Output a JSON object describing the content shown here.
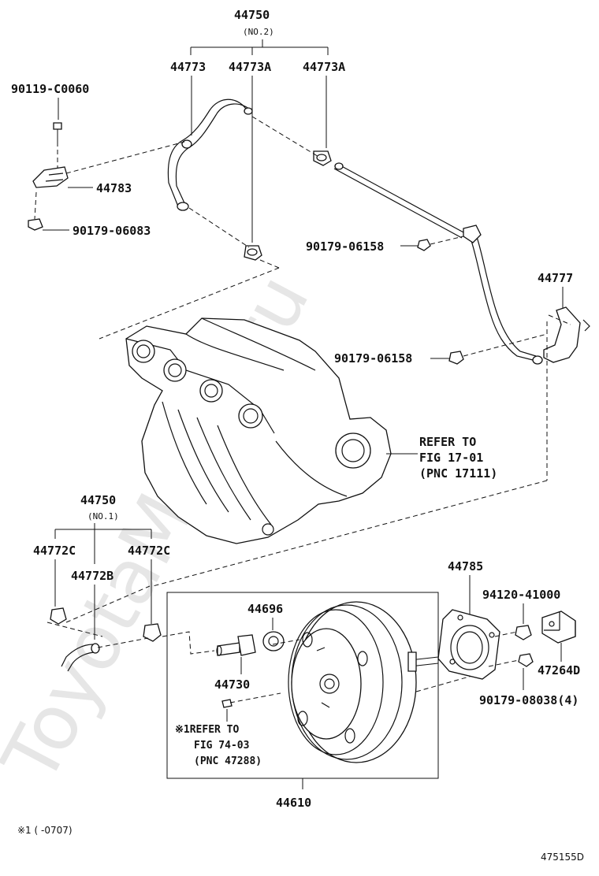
{
  "watermark": "ToyotaMinre.ru",
  "labels": {
    "p44750_top": "44750",
    "no2": "(NO.2)",
    "p44773": "44773",
    "p44773a_1": "44773A",
    "p44773a_2": "44773A",
    "p90119": "90119-C0060",
    "p44783": "44783",
    "p90179_06083": "90179-06083",
    "p90179_06158_a": "90179-06158",
    "p44777": "44777",
    "p90179_06158_b": "90179-06158",
    "refer1_a": "REFER TO",
    "refer1_b": "FIG 17-01",
    "refer1_c": "(PNC 17111)",
    "p44750_bot": "44750",
    "no1": "(NO.1)",
    "p44772c_1": "44772C",
    "p44772c_2": "44772C",
    "p44772b": "44772B",
    "p44696": "44696",
    "p44730": "44730",
    "refer2_a": "※1REFER TO",
    "refer2_b": "FIG 74-03",
    "refer2_c": "(PNC 47288)",
    "p44610": "44610",
    "p44785": "44785",
    "p94120": "94120-41000",
    "p47264d": "47264D",
    "p90179_08038": "90179-08038(4)",
    "footnote": "※1 (    -0707)",
    "figure_code": "475155D"
  },
  "icons": [
    "vacuum-hose-icon",
    "hose-clamp-icon",
    "intake-manifold-icon",
    "brake-booster-icon",
    "gasket-icon",
    "bracket-icon",
    "nut-icon",
    "check-valve-icon",
    "grommet-icon"
  ]
}
